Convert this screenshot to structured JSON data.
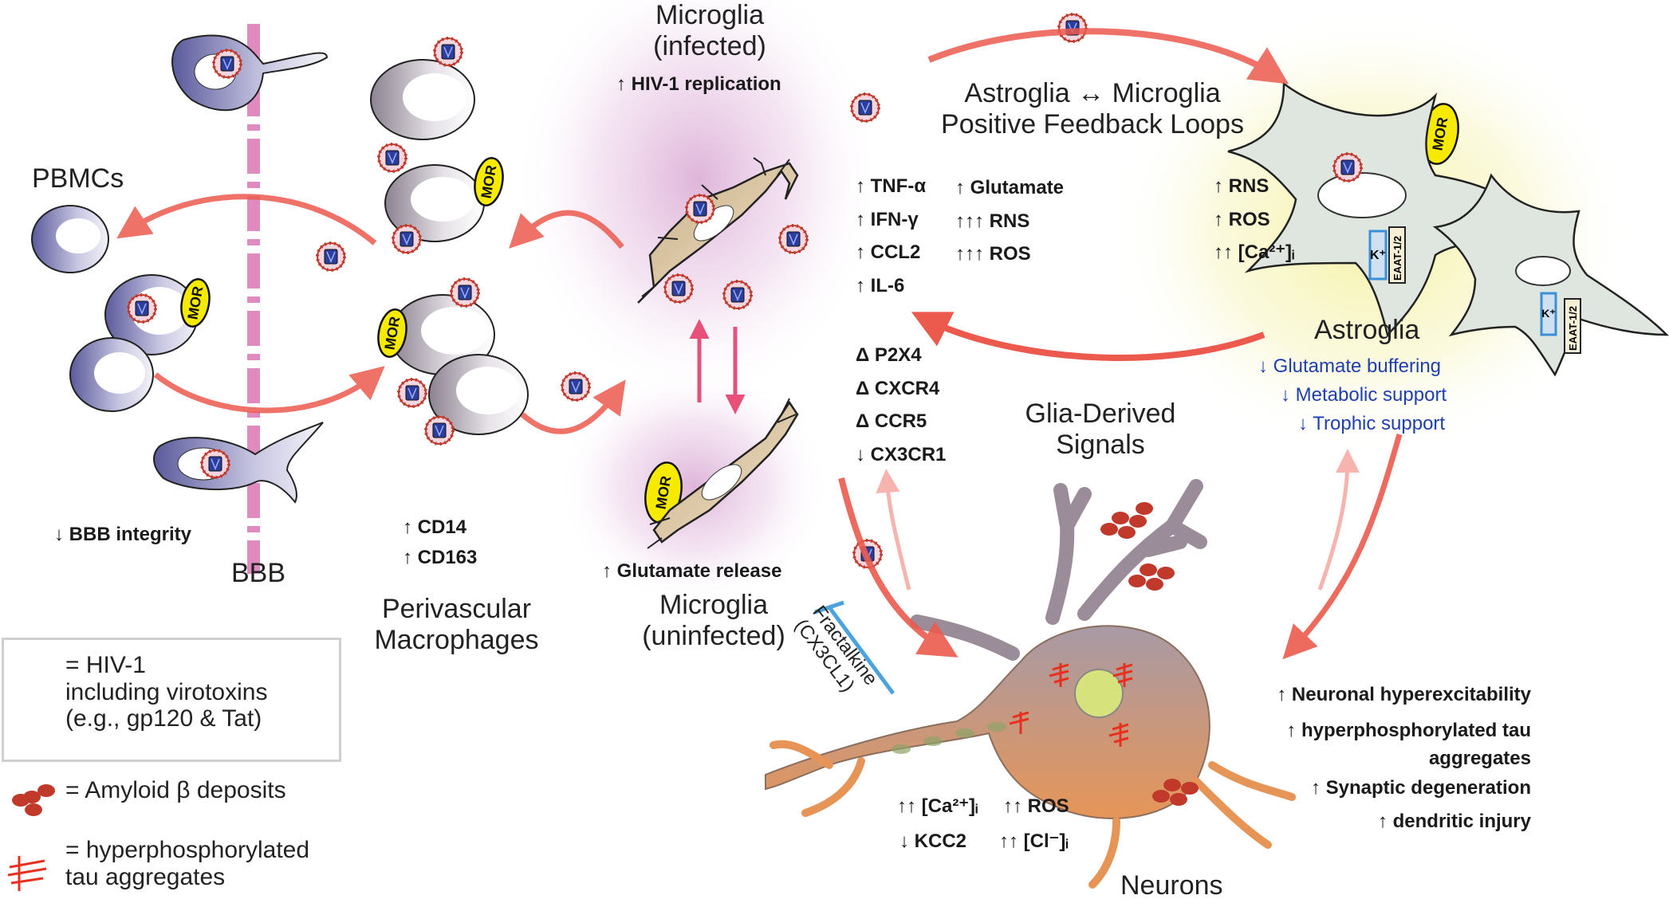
{
  "titles": {
    "microglia_infected": "Microglia\n(infected)",
    "microglia_uninfected": "Microglia\n(uninfected)",
    "feedback_loops": "Astroglia ↔ Microglia\nPositive Feedback Loops",
    "pbmcs": "PBMCs",
    "bbb": "BBB",
    "perivascular": "Perivascular\nMacrophages",
    "astroglia": "Astroglia",
    "glia_signals": "Glia-Derived\nSignals",
    "neurons": "Neurons",
    "fractalkine": "Fractalkine\n(CX3CL1)"
  },
  "labels": {
    "hiv_replication": "↑ HIV-1 replication",
    "bbb_integrity": "↓ BBB integrity",
    "glutamate_release": "↑ Glutamate release",
    "mor": "MOR",
    "k_plus": "K⁺",
    "eaat": "EAAT-1/2"
  },
  "macrophage_markers": [
    "↑ CD14",
    "↑ CD163"
  ],
  "microglia_cytokines": [
    "↑ TNF-α",
    "↑ IFN-γ",
    "↑ CCL2",
    "↑ IL-6"
  ],
  "microglia_reactive": [
    "↑ Glutamate",
    "↑↑↑ RNS",
    "↑↑↑ ROS"
  ],
  "microglia_receptors": [
    "Δ P2X4",
    "Δ CXCR4",
    "Δ CCR5",
    "↓ CX3CR1"
  ],
  "astroglia_reactive": [
    "↑ RNS",
    "↑ ROS",
    "↑↑ [Ca²⁺]ᵢ"
  ],
  "astroglia_deficits": [
    "↓ Glutamate buffering",
    "↓ Metabolic support",
    "↓ Trophic support"
  ],
  "neuron_ions": {
    "ca": "↑↑ [Ca²⁺]ᵢ",
    "ros": "↑↑ ROS",
    "kcc2": "↓ KCC2",
    "cl": "↑↑ [Cl⁻]ᵢ"
  },
  "neuron_effects": [
    "↑ Neuronal hyperexcitability",
    "↑ hyperphosphorylated tau\naggregates",
    "↑ Synaptic degeneration",
    "↑ dendritic injury"
  ],
  "legend": {
    "hiv": "= HIV-1\nincluding virotoxins\n(e.g., gp120 & Tat)",
    "amyloid": "= Amyloid β deposits",
    "tau": "= hyperphosphorylated\ntau aggregates"
  },
  "colors": {
    "arrow": "#ec5a4e",
    "bbb": "#e08bc0",
    "microglia_glow": "#d9a7d4",
    "astro_glow": "#f6f3a4",
    "cell_purple": "#6a69a8",
    "mor_yellow": "#f5ea00",
    "neuron_top": "#a89aa6",
    "neuron_bottom": "#e2955a",
    "blue_text": "#1f3fae"
  }
}
